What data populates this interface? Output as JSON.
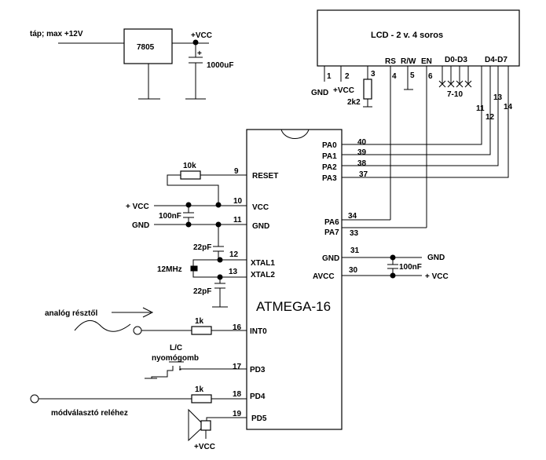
{
  "diagram": {
    "type": "electronic-schematic",
    "power_supply": {
      "input_label": "táp; max +12V",
      "regulator_label": "7805",
      "output_label": "+VCC",
      "capacitor_label": "1000uF",
      "capacitor_polarity": "+"
    },
    "lcd": {
      "title": "LCD - 2 v. 4 soros",
      "signal_labels": {
        "rs": "RS",
        "rw": "R/W",
        "en": "EN",
        "d0_d3": "D0-D3",
        "d4_d7": "D4-D7"
      },
      "pins": {
        "p1": "1",
        "p2": "2",
        "p3": "3",
        "p4": "4",
        "p5": "5",
        "p6": "6",
        "p7_10": "7-10",
        "p11": "11",
        "p12": "12",
        "p13": "13",
        "p14": "14"
      },
      "gnd_label": "GND",
      "vcc_label": "+VCC",
      "contrast_resistor": "2k2"
    },
    "mcu": {
      "name": "ATMEGA-16",
      "left_pins": [
        {
          "num": "9",
          "name": "RESET"
        },
        {
          "num": "10",
          "name": "VCC"
        },
        {
          "num": "11",
          "name": "GND"
        },
        {
          "num": "12",
          "name": "XTAL1"
        },
        {
          "num": "13",
          "name": "XTAL2"
        },
        {
          "num": "16",
          "name": "INT0"
        },
        {
          "num": "17",
          "name": "PD3"
        },
        {
          "num": "18",
          "name": "PD4"
        },
        {
          "num": "19",
          "name": "PD5"
        }
      ],
      "right_pins": [
        {
          "num": "40",
          "name": "PA0"
        },
        {
          "num": "39",
          "name": "PA1"
        },
        {
          "num": "38",
          "name": "PA2"
        },
        {
          "num": "37",
          "name": "PA3"
        },
        {
          "num": "34",
          "name": "PA6"
        },
        {
          "num": "33",
          "name": "PA7"
        },
        {
          "num": "31",
          "name": "GND"
        },
        {
          "num": "30",
          "name": "AVCC"
        }
      ]
    },
    "reset_resistor": "10k",
    "vcc_rail_label": "+ VCC",
    "gnd_rail_label": "GND",
    "decoupling_cap": "100nF",
    "crystal": "12MHz",
    "xtal_cap_top": "22pF",
    "xtal_cap_bottom": "22pF",
    "avcc_cap": "100nF",
    "avcc_gnd_label": "GND",
    "avcc_vcc_label": "+ VCC",
    "analog_input": {
      "label": "analóg résztől",
      "resistor": "1k"
    },
    "button": {
      "label_line1": "L/C",
      "label_line2": "nyomógomb"
    },
    "relay_output": {
      "label": "módválasztó reléhez",
      "resistor": "1k"
    },
    "buzzer": {
      "vcc_label": "+VCC"
    }
  }
}
